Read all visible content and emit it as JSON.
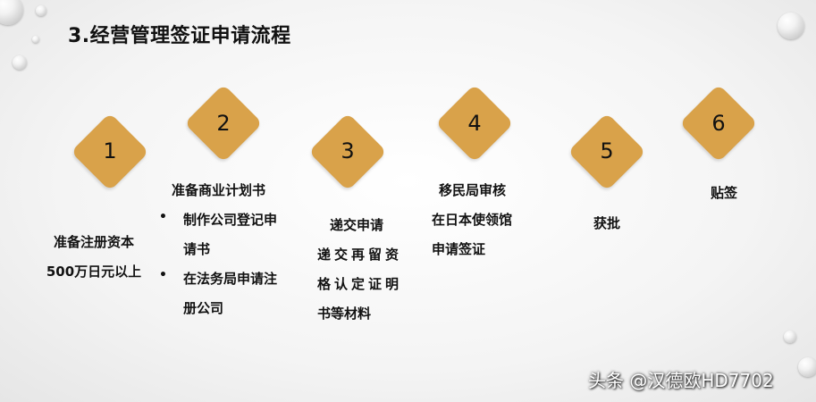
{
  "title": "3.经营管理签证申请流程",
  "steps": [
    {
      "num": "1",
      "lines": [
        "准备注册资本",
        "500万日元以上"
      ]
    },
    {
      "num": "2",
      "heading": "准备商业计划书",
      "bullets": [
        "制作公司登记申",
        "请书",
        "在法务局申请注",
        "册公司"
      ]
    },
    {
      "num": "3",
      "lines": [
        "递交申请",
        "递交再留资",
        "格认定证明",
        "书等材料"
      ]
    },
    {
      "num": "4",
      "lines": [
        "移民局审核",
        "在日本使领馆",
        "申请签证"
      ]
    },
    {
      "num": "5",
      "lines": [
        "获批"
      ]
    },
    {
      "num": "6",
      "lines": [
        "贴签"
      ]
    }
  ],
  "watermark": "头条 @汉德欧HD7702",
  "colors": {
    "diamond": "#d9a24a"
  }
}
